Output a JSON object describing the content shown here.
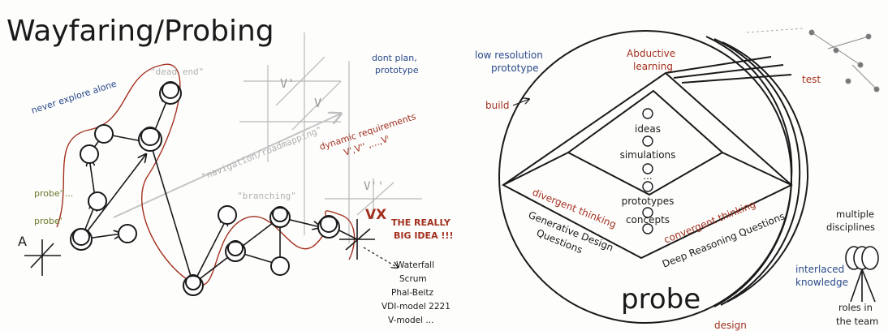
{
  "left_panel": {
    "title": "Wayfaring/Probing",
    "never_explore_alone": "never explore alone",
    "dead_end": "\"dead end\"",
    "dont_plan": [
      "dont plan,",
      "prototype"
    ],
    "navigation": "\"navigation/roadmapping\"",
    "dynamic_requirements": [
      "dynamic requirements",
      "V',V'' ,...,Vⁱ"
    ],
    "branching": "\"branching\"",
    "probe_dots": "probe''...",
    "probe_prime": "probe'",
    "label_a": "A",
    "label_vx": "VX",
    "really_big_idea": [
      "THE REALLY",
      "BIG IDEA !!!"
    ],
    "v_prime": "V'",
    "v_plain": "V",
    "v_double": "V''",
    "methods": [
      "Waterfall",
      "Scrum",
      "Phal-Beitz",
      "VDI-model 2221",
      "V-model ..."
    ]
  },
  "right_panel": {
    "low_resolution": [
      "low resolution",
      "prototype"
    ],
    "abductive": [
      "Abductive",
      "learning"
    ],
    "build": "build",
    "test": "test",
    "center_items": [
      "ideas",
      "simulations",
      "...",
      "prototypes",
      "concepts"
    ],
    "divergent": "divergent thinking",
    "convergent": "convergent thinking",
    "generative": [
      "Generative Design",
      "Questions"
    ],
    "deep_reasoning": "Deep Reasoning Questions",
    "probe": "probe",
    "design": "design",
    "multiple_disciplines": [
      "multiple",
      "disciplines"
    ],
    "interlaced": [
      "interlaced",
      "knowledge"
    ],
    "roles": [
      "roles in",
      "the team"
    ]
  },
  "colors": {
    "blue": "#2a4a8a",
    "red": "#a3311f",
    "olive": "#6b7a2a",
    "ink": "#1a1a1a",
    "gray": "#bdbdbd"
  }
}
